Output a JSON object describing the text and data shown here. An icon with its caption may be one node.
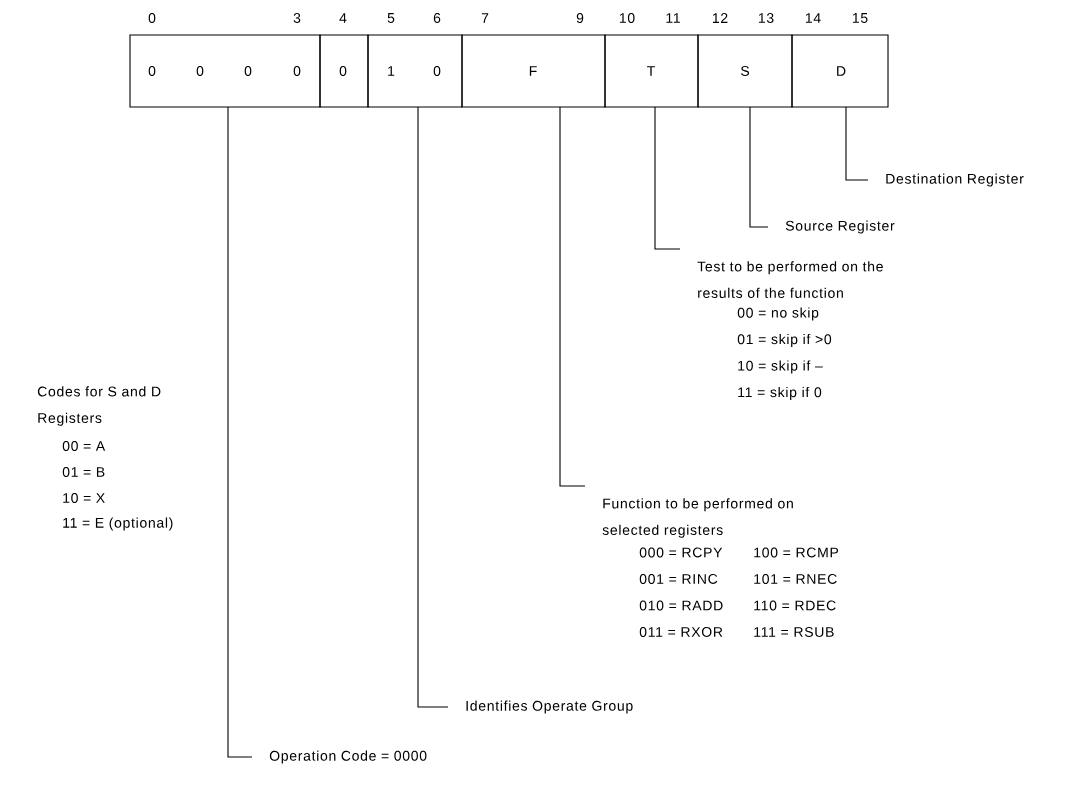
{
  "diagram": {
    "nodes": [
      {
        "text": [
          "0",
          "0",
          "0",
          "0"
        ]
      },
      {
        "text": [
          "0"
        ]
      },
      {
        "text": [
          "1",
          "0"
        ]
      },
      {
        "text": [
          "F"
        ]
      },
      {
        "text": [
          "T"
        ]
      },
      {
        "text": [
          "S"
        ]
      },
      {
        "text": [
          "D"
        ]
      },
      {
        "text": [
          "Destination Register"
        ]
      },
      {
        "text": [
          "Source Register"
        ]
      },
      {
        "text": [
          "Test to be performed on the results of the function",
          "00 = no skip",
          "01 = skip if >0",
          "10 = skip if –",
          "11 = skip if 0"
        ]
      },
      {
        "text": [
          "Function to be performed on selected registers",
          "000 = RCPY",
          "001 = RINC",
          "010 = RADD",
          "011 = RXOR",
          "100 = RCMP",
          "101 = RNEC",
          "110 = RDEC",
          "111 = RSUB"
        ]
      },
      {
        "text": [
          "Identifies Operate Group"
        ]
      },
      {
        "text": [
          "Operation Code = 0000"
        ]
      }
    ],
    "edges": [
      {
        "from": 6,
        "to": 7,
        "arrow": "none"
      },
      {
        "from": 5,
        "to": 8,
        "arrow": "none"
      },
      {
        "from": 4,
        "to": 9,
        "arrow": "none"
      },
      {
        "from": 3,
        "to": 10,
        "arrow": "none"
      },
      {
        "from": 2,
        "to": 11,
        "arrow": "none"
      },
      {
        "from": 0,
        "to": 12,
        "arrow": "none"
      }
    ],
    "labels": [
      "0",
      "3",
      "4",
      "5",
      "6",
      "7",
      "9",
      "10",
      "11",
      "12",
      "13",
      "14",
      "15",
      "Codes for S and D Registers",
      "00 = A",
      "01 = B",
      "10 = X",
      "11 = E (optional)"
    ]
  }
}
